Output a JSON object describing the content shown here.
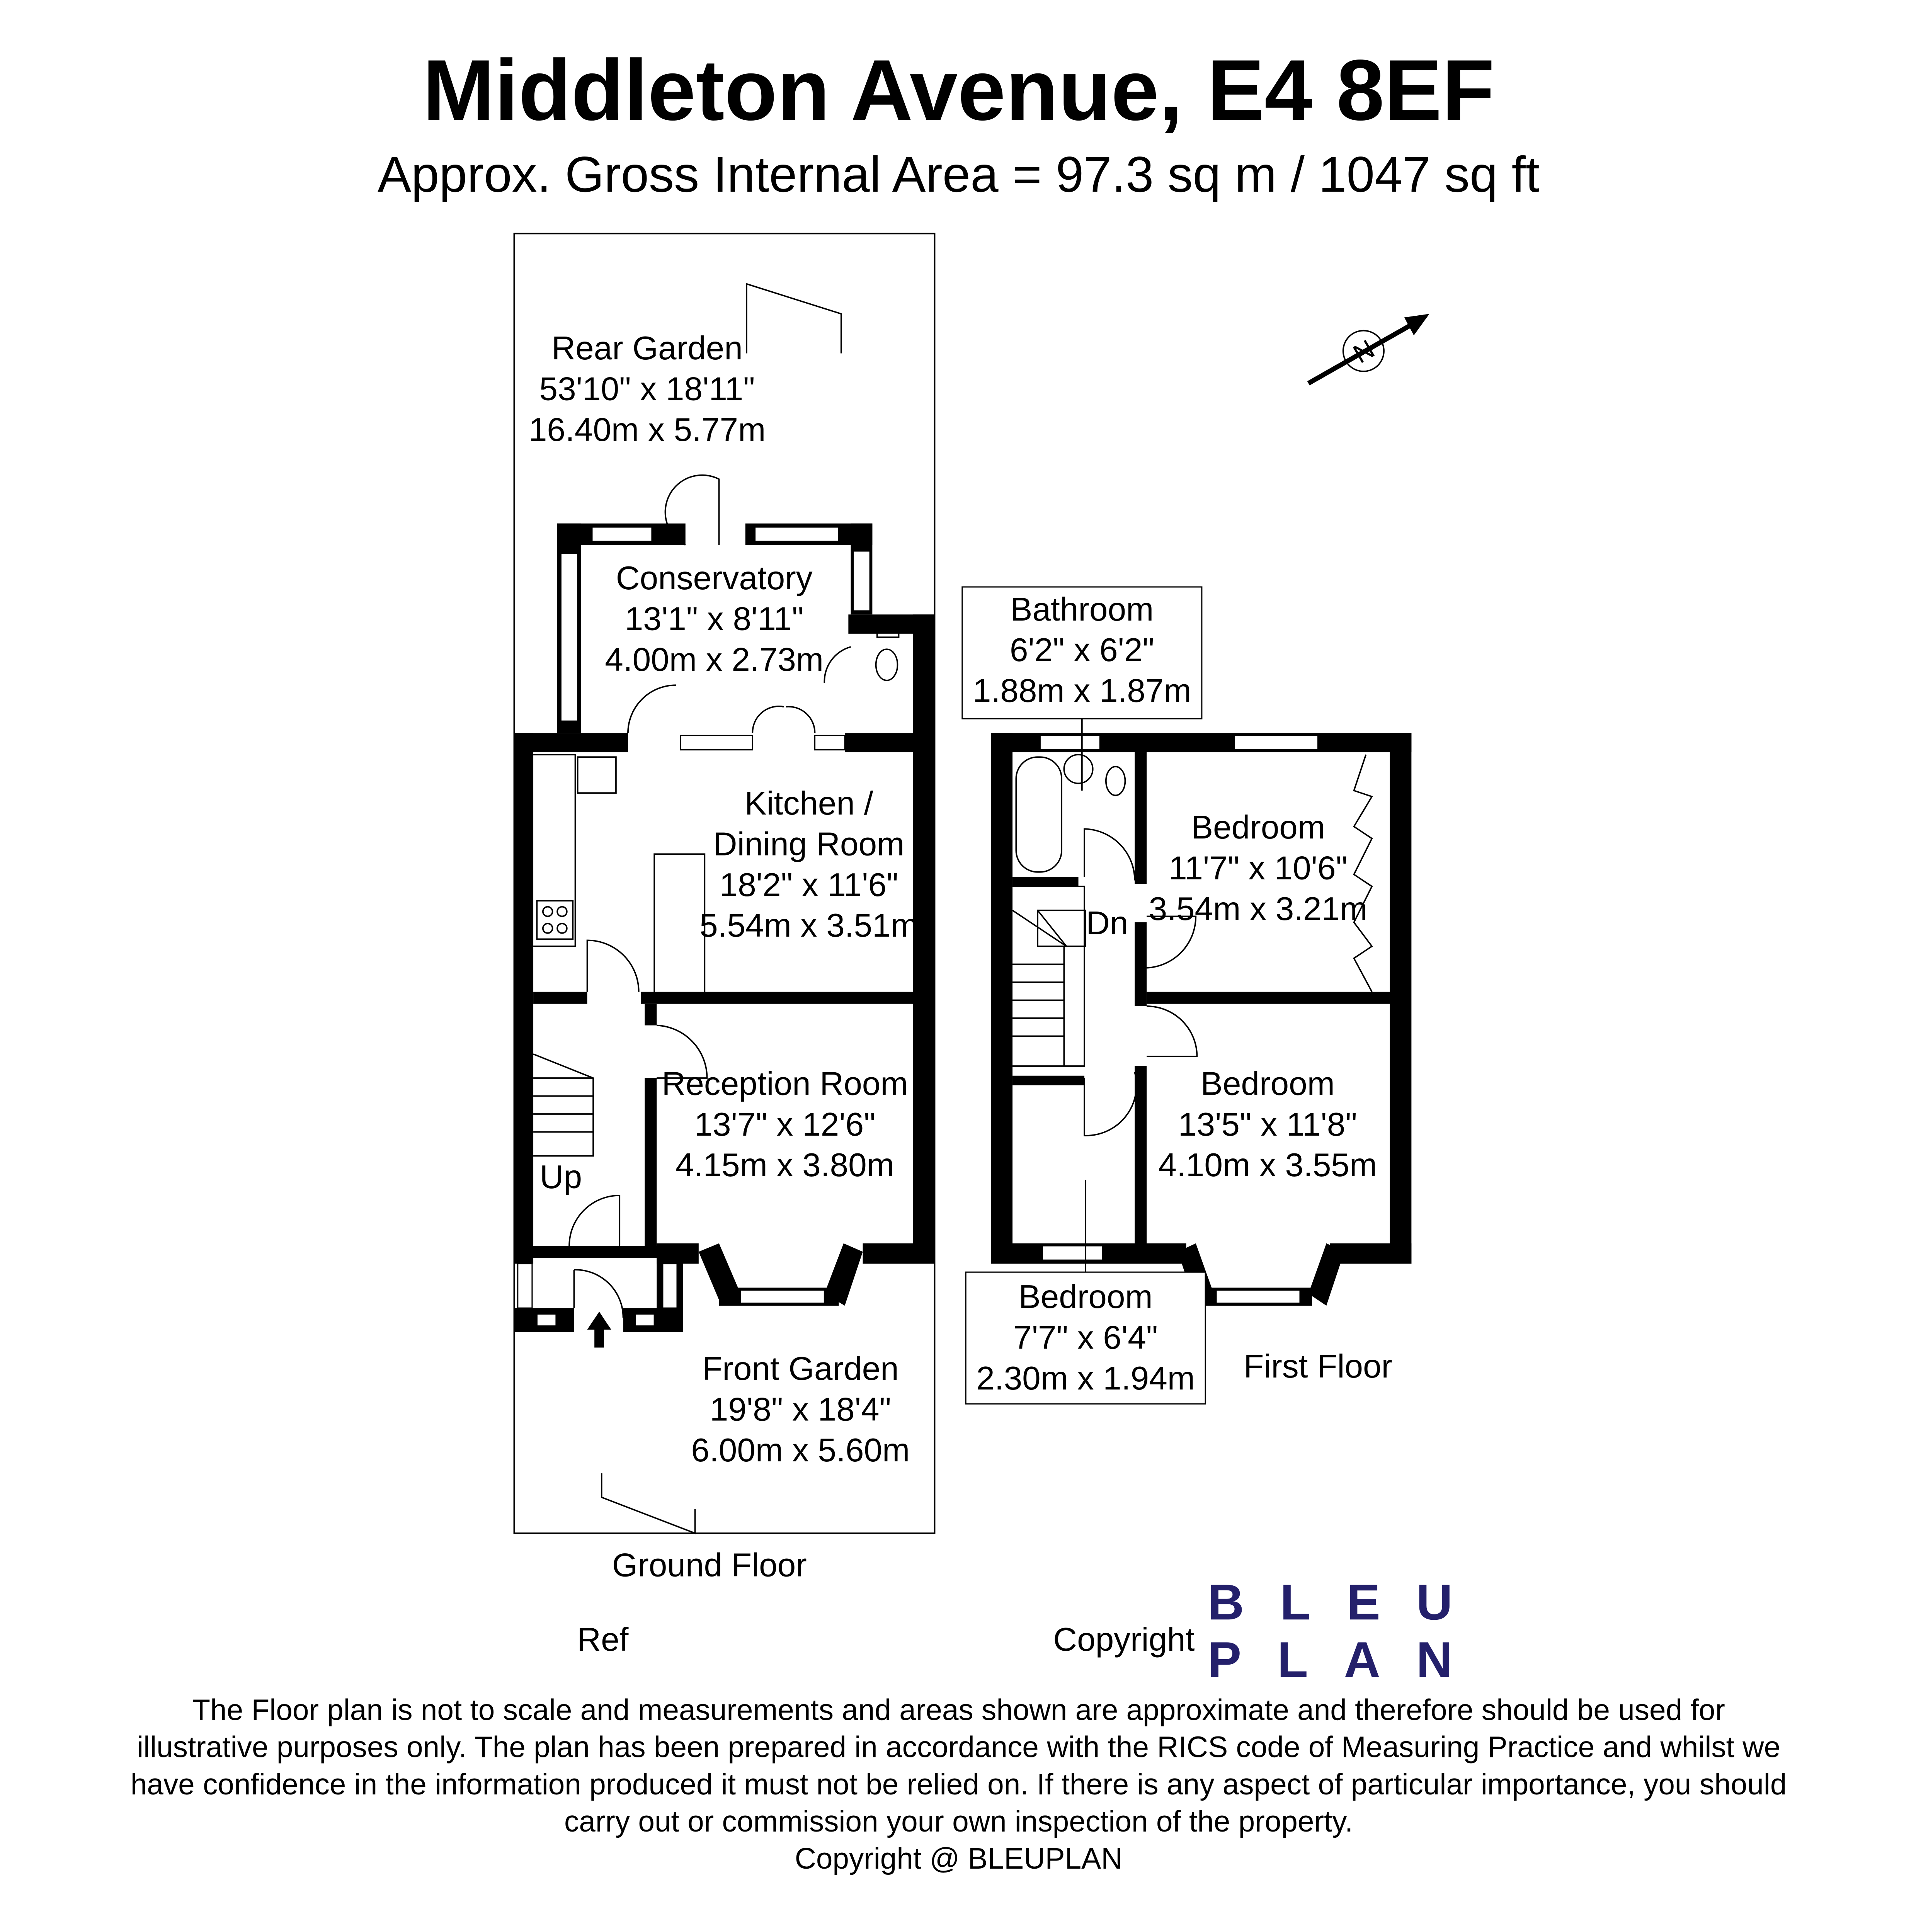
{
  "header": {
    "title": "Middleton Avenue, E4 8EF",
    "area": "Approx. Gross Internal Area = 97.3 sq m / 1047 sq ft"
  },
  "ground_floor": {
    "label": "Ground Floor",
    "rooms": [
      {
        "name": "Rear Garden",
        "imperial": "53'10\" x 18'11\"",
        "metric": "16.40m x 5.77m"
      },
      {
        "name": "Conservatory",
        "imperial": "13'1\" x 8'11\"",
        "metric": "4.00m x 2.73m"
      },
      {
        "name": "Kitchen /",
        "name2": "Dining Room",
        "imperial": "18'2\" x 11'6\"",
        "metric": "5.54m x 3.51m"
      },
      {
        "name": "Reception Room",
        "imperial": "13'7\" x 12'6\"",
        "metric": "4.15m x 3.80m"
      },
      {
        "name": "Front Garden",
        "imperial": "19'8\" x 18'4\"",
        "metric": "6.00m x 5.60m"
      }
    ],
    "stairs_label": "Up"
  },
  "first_floor": {
    "label": "First Floor",
    "rooms": [
      {
        "name": "Bathroom",
        "imperial": "6'2\" x 6'2\"",
        "metric": "1.88m x 1.87m"
      },
      {
        "name": "Bedroom",
        "imperial": "11'7\" x 10'6\"",
        "metric": "3.54m x 3.21m"
      },
      {
        "name": "Bedroom",
        "imperial": "13'5\" x 11'8\"",
        "metric": "4.10m x 3.55m"
      },
      {
        "name": "Bedroom",
        "imperial": "7'7\" x 6'4\"",
        "metric": "2.30m x 1.94m"
      }
    ],
    "stairs_label": "Dn"
  },
  "compass": {
    "icon": "north-arrow-icon",
    "letter": "N"
  },
  "footer": {
    "ref_label": "Ref",
    "copyright_label": "Copyright",
    "logo_line1": "BLEU",
    "logo_line2": "PLAN",
    "logo_color": "#24206b",
    "disclaimer": [
      "The Floor plan is not to scale and measurements and areas shown are approximate and therefore should be used for",
      "illustrative purposes only. The plan has been prepared in accordance with the RICS code of Measuring Practice and whilst we",
      "have confidence in the information produced it must not be relied on. If there is any aspect of particular importance, you should",
      "carry out or commission your own inspection of the property."
    ],
    "copyright_line": "Copyright @ BLEUPLAN"
  }
}
